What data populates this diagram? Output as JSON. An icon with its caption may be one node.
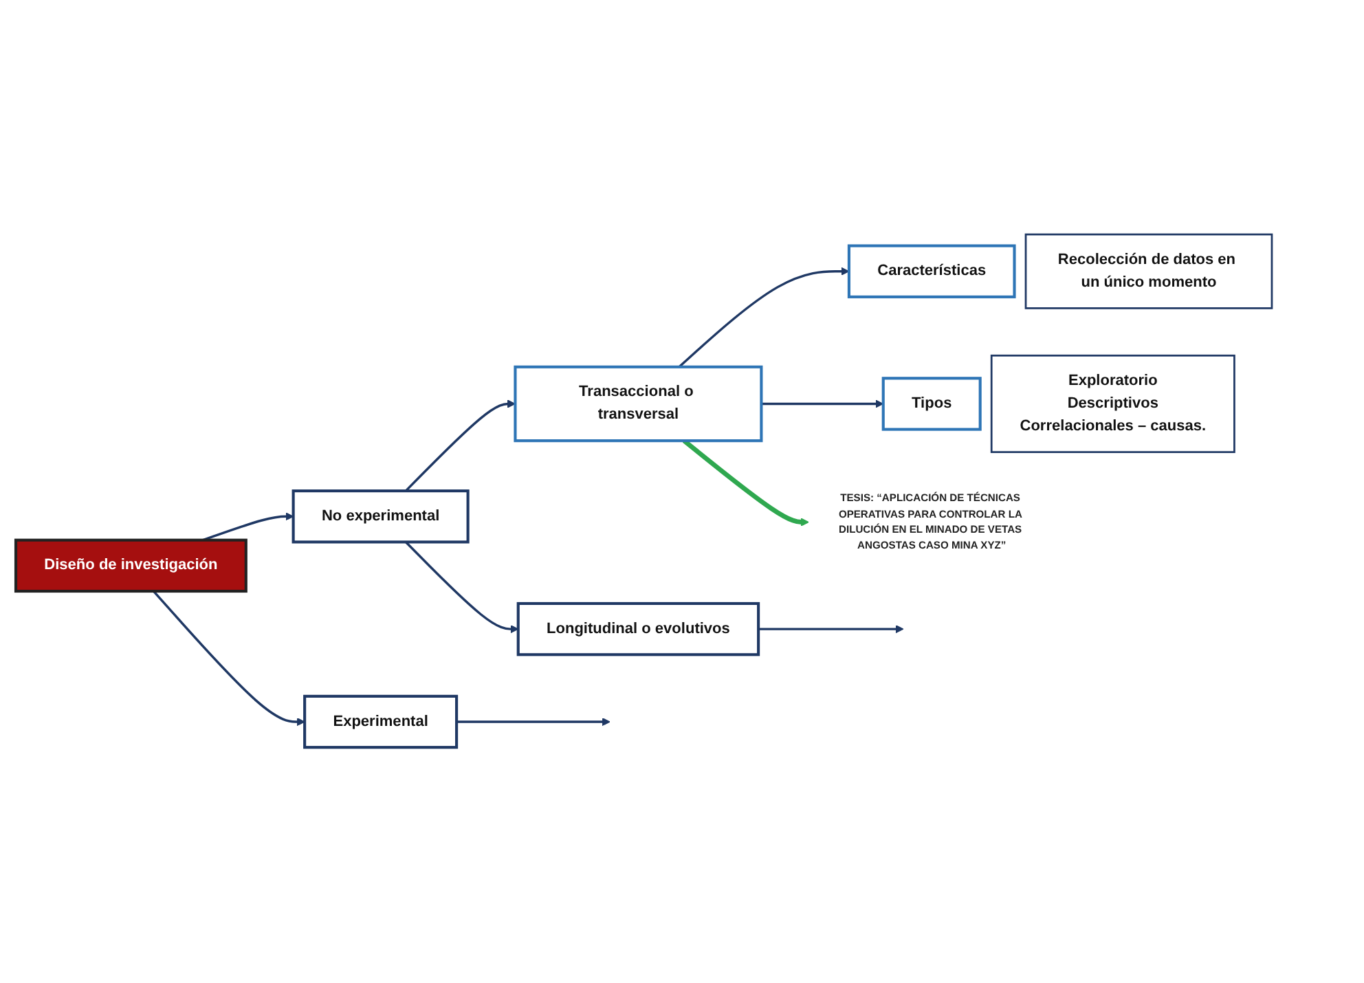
{
  "diagram": {
    "nodes": [
      {
        "text": [
          "Diseño de investigación"
        ]
      },
      {
        "text": [
          "No experimental"
        ]
      },
      {
        "text": [
          "Experimental"
        ]
      },
      {
        "text": [
          "Transaccional o transversal"
        ]
      },
      {
        "text": [
          "Características"
        ],
        "beside": [
          "Recolección de datos en un único momento"
        ]
      },
      {
        "text": [
          "Tipos"
        ],
        "beside": [
          "Exploratorio",
          "Descriptivos",
          "Correlacionales – causas."
        ]
      },
      {
        "text": [
          "TESIS: “APLICACIÓN DE TÉCNICAS OPERATIVAS PARA CONTROLAR LA DILUCIÓN EN EL MINADO DE VETAS ANGOSTAS CASO MINA XYZ”"
        ]
      },
      {
        "text": [
          "Longitudinal o evolutivos"
        ]
      }
    ],
    "edges": [
      {
        "from": 0,
        "to": 1,
        "arrow": "to"
      },
      {
        "from": 0,
        "to": 2,
        "arrow": "to"
      },
      {
        "from": 2,
        "to": null,
        "arrow": "to"
      },
      {
        "from": 1,
        "to": 3,
        "arrow": "to"
      },
      {
        "from": 3,
        "to": 4,
        "arrow": "to"
      },
      {
        "from": 3,
        "to": 5,
        "arrow": "to"
      },
      {
        "from": 3,
        "to": 6,
        "arrow": "to",
        "style": "thick",
        "color": "#2fa84f"
      },
      {
        "from": 1,
        "to": 7,
        "arrow": "to"
      },
      {
        "from": 7,
        "to": null,
        "arrow": "to"
      }
    ]
  }
}
